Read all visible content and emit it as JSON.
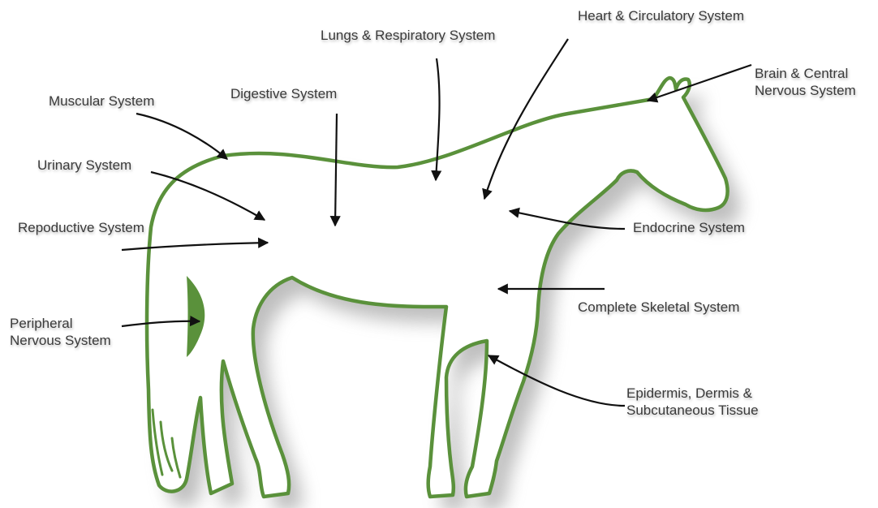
{
  "diagram": {
    "colors": {
      "outline": "#5a913b",
      "fill": "#ffffff",
      "shadow": "#8a8a8a",
      "arrow": "#111111",
      "text": "#3a3a3a"
    },
    "labels": {
      "heart": "Heart & Circulatory System",
      "lungs": "Lungs & Respiratory System",
      "brain_line1": "Brain & Central",
      "brain_line2": "Nervous System",
      "muscular": "Muscular System",
      "digestive": "Digestive System",
      "urinary": "Urinary System",
      "reproductive": "Repoductive System",
      "endocrine": "Endocrine System",
      "skeletal": "Complete Skeletal System",
      "peripheral_line1": "Peripheral",
      "peripheral_line2": "Nervous System",
      "epidermis_line1": "Epidermis, Dermis &",
      "epidermis_line2": "Subcutaneous Tissue"
    }
  }
}
